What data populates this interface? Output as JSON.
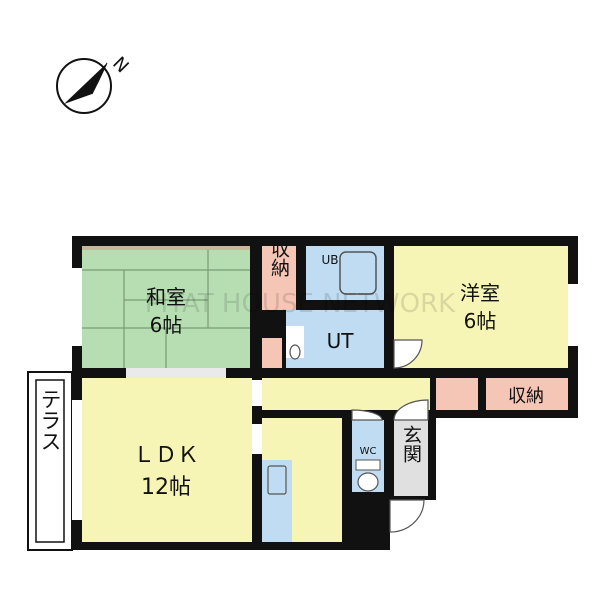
{
  "compass": {
    "north_label": "N",
    "icon": "north-arrow-icon"
  },
  "watermark": "PITAT HOUSE NETWORK",
  "colors": {
    "washitsu": "#b7deb3",
    "yellow_room": "#f7f5b5",
    "storage": "#f5c5b5",
    "blue_room": "#bfdcf2",
    "wall": "#111111",
    "terrace": "#ffffff"
  },
  "rooms": {
    "washitsu": {
      "name": "和室",
      "size": "6帖"
    },
    "youshitsu": {
      "name": "洋室",
      "size": "6帖"
    },
    "ldk": {
      "name": "ＬＤＫ",
      "size": "12帖"
    },
    "storage_left": {
      "name": "収納"
    },
    "storage_right": {
      "name": "収納"
    },
    "ub": {
      "name": "UB"
    },
    "ut": {
      "name": "UT"
    },
    "wc": {
      "name": "WC"
    },
    "genkan": {
      "name": "玄関"
    },
    "terrace": {
      "name": "テラス"
    }
  }
}
